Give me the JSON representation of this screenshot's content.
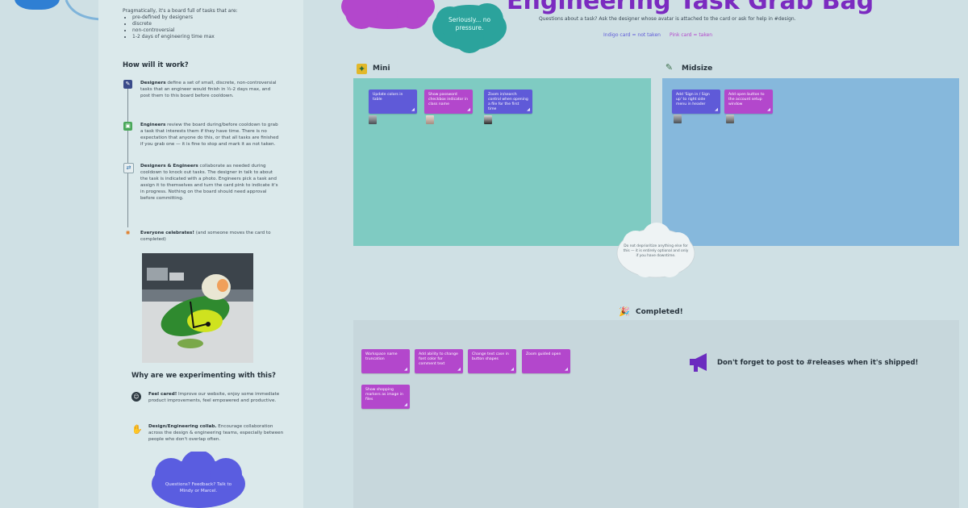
{
  "header": {
    "title": "Engineering Task Grab Bag",
    "subtitle": "Questions about a task? Ask the designer whose avatar is attached to the card or ask for help in #design.",
    "legend_indigo": "Indigo card = not taken",
    "legend_pink": "Pink card = taken"
  },
  "clouds": {
    "seriously": "Seriously... no pressure.",
    "deprioritize": "Do not deprioritize anything else for this — it is entirely optional and only if you have downtime.",
    "feedback": "Questions? Feedback? Talk to Mindy or Marcel."
  },
  "intro": {
    "text": "Pragmatically, it's a board full of tasks that are:",
    "bullets": [
      "pre-defined by designers",
      "discrete",
      "non-controversial",
      "1-2 days of engineering time max"
    ]
  },
  "how": {
    "heading": "How will it work?",
    "steps": [
      {
        "bold": "Designers",
        "text": " define a set of small, discrete, non-controversial tasks that an engineer would finish in ½-2 days max, and post them to this board before cooldown."
      },
      {
        "bold": "Engineers",
        "text": " review the board during/before cooldown to grab a task that interests them if they have time. There is no expectation that anyone do this, or that all tasks are finished if you grab one — it is fine to stop and mark it as not taken."
      },
      {
        "bold": "Designers & Engineers",
        "text": " collaborate as needed during cooldown to knock out tasks. The designer in talk to about the task is indicated with a photo. Engineers pick a task and assign it to themselves and turn the card pink to indicate it's in progress. Nothing on the board should need approval before committing."
      },
      {
        "bold": "Everyone celebrates!",
        "text": " (and someone moves the card to completed)"
      }
    ]
  },
  "why": {
    "heading": "Why are we experimenting with this?",
    "items": [
      {
        "bold": "Feel cared!",
        "text": " Improve our website, enjoy some immediate product improvements, feel empowered and productive."
      },
      {
        "bold": "Design/Engineering collab.",
        "text": " Encourage collaboration across the design & engineering teams, especially between people who don't overlap often."
      }
    ]
  },
  "boards": {
    "mini": {
      "title": "Mini",
      "color": "#7fcbc2",
      "cards": [
        {
          "text": "Update colors in table",
          "color": "#5f5ad8"
        },
        {
          "text": "Show password checkbox indicator in class name",
          "color": "#b347cc"
        },
        {
          "text": "Zoom in/search control when opening a file for the first time",
          "color": "#5f5ad8"
        }
      ]
    },
    "midsize": {
      "title": "Midsize",
      "color": "#86b8dc",
      "cards": [
        {
          "text": "Add 'Sign in / Sign up' to right side menu in header",
          "color": "#5f5ad8"
        },
        {
          "text": "Add open button to the account setup window",
          "color": "#b347cc"
        }
      ]
    },
    "completed": {
      "title": "Completed!",
      "color": "#c7d7dc",
      "cards": [
        {
          "text": "Workspace name truncation",
          "color": "#b347cc"
        },
        {
          "text": "Add ability to change font color for comment text",
          "color": "#b347cc"
        },
        {
          "text": "Change text case in button shapes",
          "color": "#b347cc"
        },
        {
          "text": "Zoom guided open",
          "color": "#b347cc"
        },
        {
          "text": "Show shopping markers as image in files",
          "color": "#b347cc"
        }
      ]
    }
  },
  "reminder": "Don't forget to post to #releases when it's shipped!",
  "colors": {
    "purple_title": "#7b2bc0",
    "indigo_card": "#5f5ad8",
    "pink_card": "#b347cc",
    "teal_cloud": "#2ba39c"
  },
  "icons": {
    "mini": "lightbulb-icon",
    "midsize": "pencil-icon",
    "completed": "party-popper-icon",
    "reminder": "megaphone-icon"
  }
}
